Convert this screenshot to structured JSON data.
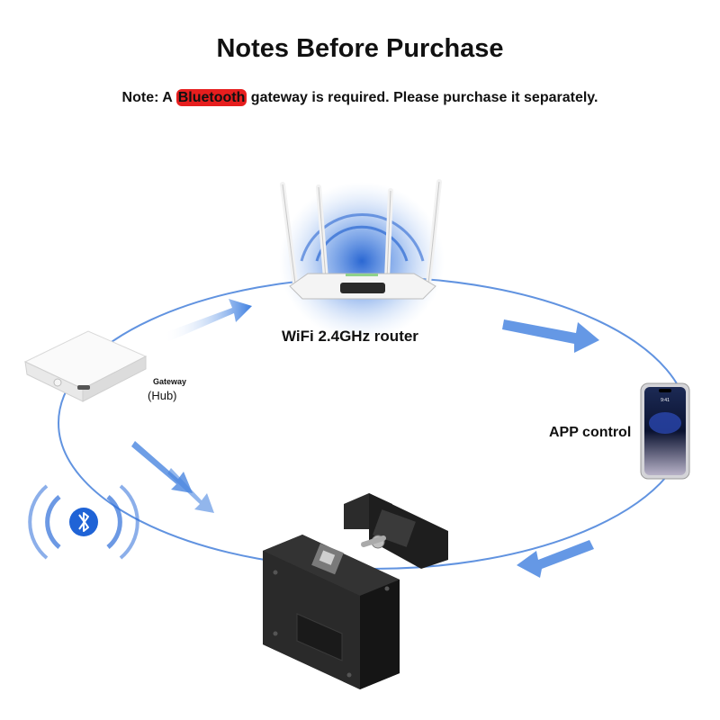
{
  "title": "Notes Before Purchase",
  "note": {
    "prefix": "Note: A ",
    "highlight": "Bluetooth",
    "suffix": " gateway is required. Please purchase it separately."
  },
  "nodes": {
    "router": "WiFi 2.4GHz router",
    "app": "APP control",
    "gateway": "Gateway",
    "hub": "(Hub)"
  },
  "colors": {
    "accent": "#2f6fd6",
    "highlight": "#e61e1e",
    "loop": "#3a78d8"
  }
}
